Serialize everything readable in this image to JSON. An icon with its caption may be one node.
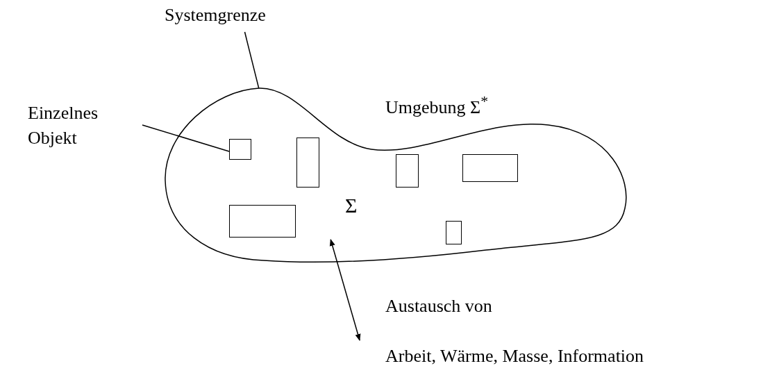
{
  "diagram": {
    "nodes": [
      {
        "text": [
          "Systemgrenze"
        ]
      },
      {
        "text": [
          "Σ"
        ]
      },
      {
        "text": [
          "Einzelnes Objekt"
        ]
      },
      {
        "text": [],
        "shape": "box",
        "in": 1
      },
      {
        "text": [],
        "shape": "box",
        "in": 1
      },
      {
        "text": [],
        "shape": "box",
        "in": 1
      },
      {
        "text": [],
        "shape": "box",
        "in": 1
      },
      {
        "text": [],
        "shape": "box",
        "in": 1
      },
      {
        "text": [],
        "shape": "box",
        "in": 1
      }
    ],
    "edges": [
      {
        "from": 0,
        "to": 1,
        "arrow": "none"
      },
      {
        "from": 2,
        "to": 3,
        "arrow": "none"
      },
      {
        "from": 1,
        "to": null,
        "arrow": "both"
      }
    ],
    "labels": [
      "Umgebung Σ$^{*}$",
      "Austausch von",
      "Arbeit, Wärme, Masse, Information"
    ]
  }
}
